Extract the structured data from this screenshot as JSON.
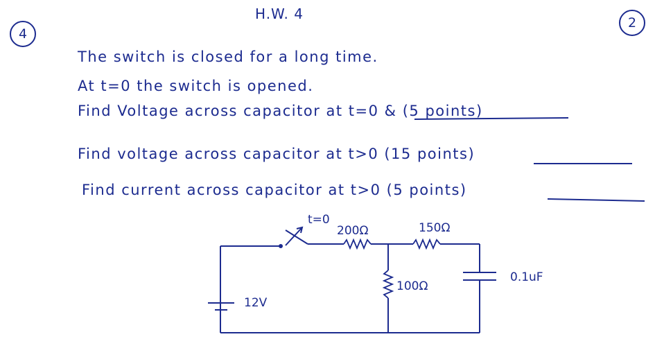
{
  "header": {
    "title": "H.W. 4",
    "problem_number": "4",
    "page_number": "2"
  },
  "lines": [
    "The switch is closed for a long time.",
    "At t=0 the switch is opened.",
    "Find Voltage across capacitor at t=0 & (5 points)",
    "Find voltage across capacitor at t>0 (15 points)",
    "Find current across capacitor at t>0 (5 points)"
  ],
  "circuit": {
    "switch_label": "t=0",
    "r1_label": "200Ω",
    "r2_label": "150Ω",
    "r3_label": "100Ω",
    "cap_label": "0.1uF",
    "source_label": "12V"
  }
}
